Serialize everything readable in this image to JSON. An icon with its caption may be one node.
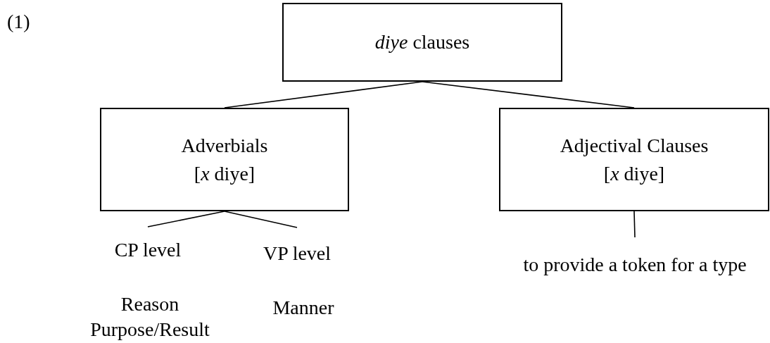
{
  "diagram": {
    "nodes": [
      {
        "text": [
          "*diye* clauses"
        ]
      },
      {
        "text": [
          "Adverbials",
          "[*x* diye]"
        ]
      },
      {
        "text": [
          "Adjectival Clauses",
          "[*x* diye]"
        ]
      },
      {
        "text": [
          "CP level"
        ],
        "beside": [
          "Reason Purpose/Result"
        ]
      },
      {
        "text": [
          "VP level"
        ],
        "beside": [
          "Manner"
        ]
      },
      {
        "text": [
          "to provide a token for a type"
        ]
      }
    ],
    "edges": [
      {
        "from": 0,
        "to": 1,
        "arrow": "none"
      },
      {
        "from": 0,
        "to": 2,
        "arrow": "none"
      },
      {
        "from": 1,
        "to": 3,
        "arrow": "none"
      },
      {
        "from": 1,
        "to": 4,
        "arrow": "none"
      },
      {
        "from": 2,
        "to": 5,
        "arrow": "none"
      }
    ],
    "labels": [
      "(1)"
    ]
  }
}
